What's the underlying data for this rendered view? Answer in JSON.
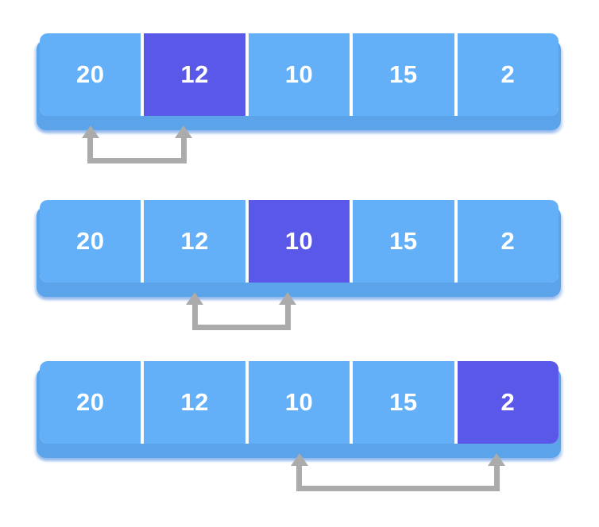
{
  "diagram": {
    "steps": [
      {
        "cells": [
          "20",
          "12",
          "10",
          "15",
          "2"
        ],
        "highlight_index": 1,
        "arrow": {
          "from": 0,
          "to": 1
        }
      },
      {
        "cells": [
          "20",
          "12",
          "10",
          "15",
          "2"
        ],
        "highlight_index": 2,
        "arrow": {
          "from": 1,
          "to": 2
        }
      },
      {
        "cells": [
          "20",
          "12",
          "10",
          "15",
          "2"
        ],
        "highlight_index": 4,
        "arrow": {
          "from": 2,
          "to": 4
        }
      }
    ],
    "colors": {
      "cell_blue": "#64B0F8",
      "highlight_purple": "#5A58E8",
      "strip_blue": "#5CA4EA",
      "arrow_gray": "#ABABAB",
      "text_white": "#FFFFFF",
      "page_bg": "#FFFFFF"
    }
  }
}
